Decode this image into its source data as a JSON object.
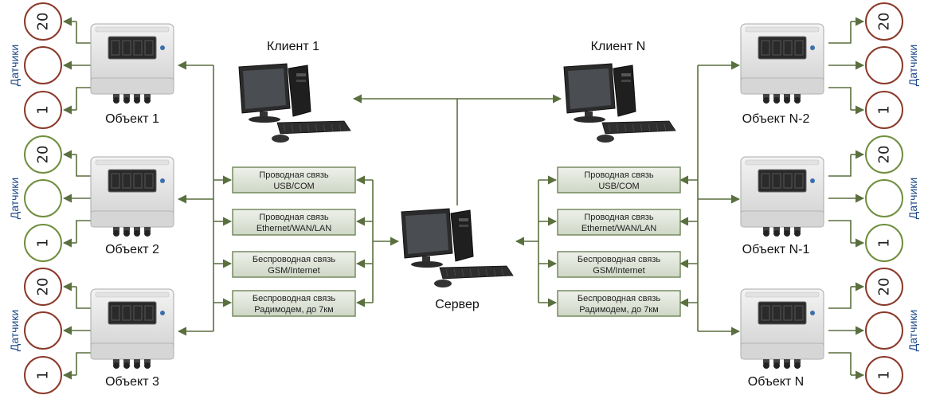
{
  "colors": {
    "line": "#5a6f3e",
    "sensor_red": "#8b3a2a",
    "sensor_green": "#6f8f3e",
    "box_fill": "#dde3d5",
    "box_stroke": "#6d8455",
    "sensor_label": "#1e4a8a"
  },
  "sensors": {
    "top": "20",
    "bottom": "1",
    "side_label": "Датчики"
  },
  "objects": {
    "left": [
      "Объект 1",
      "Объект 2",
      "Объект 3"
    ],
    "right": [
      "Объект N-2",
      "Объект N-1",
      "Объект N"
    ]
  },
  "clients": {
    "left": "Клиент 1",
    "right": "Клиент N"
  },
  "server": {
    "label": "Сервер"
  },
  "links": [
    {
      "line1": "Проводная связь",
      "line2": "USB/COM"
    },
    {
      "line1": "Проводная связь",
      "line2": "Ethernet/WAN/LAN"
    },
    {
      "line1": "Беспроводная связь",
      "line2": "GSM/Internet"
    },
    {
      "line1": "Беспроводная связь",
      "line2": "Радимодем, до 7км"
    }
  ]
}
